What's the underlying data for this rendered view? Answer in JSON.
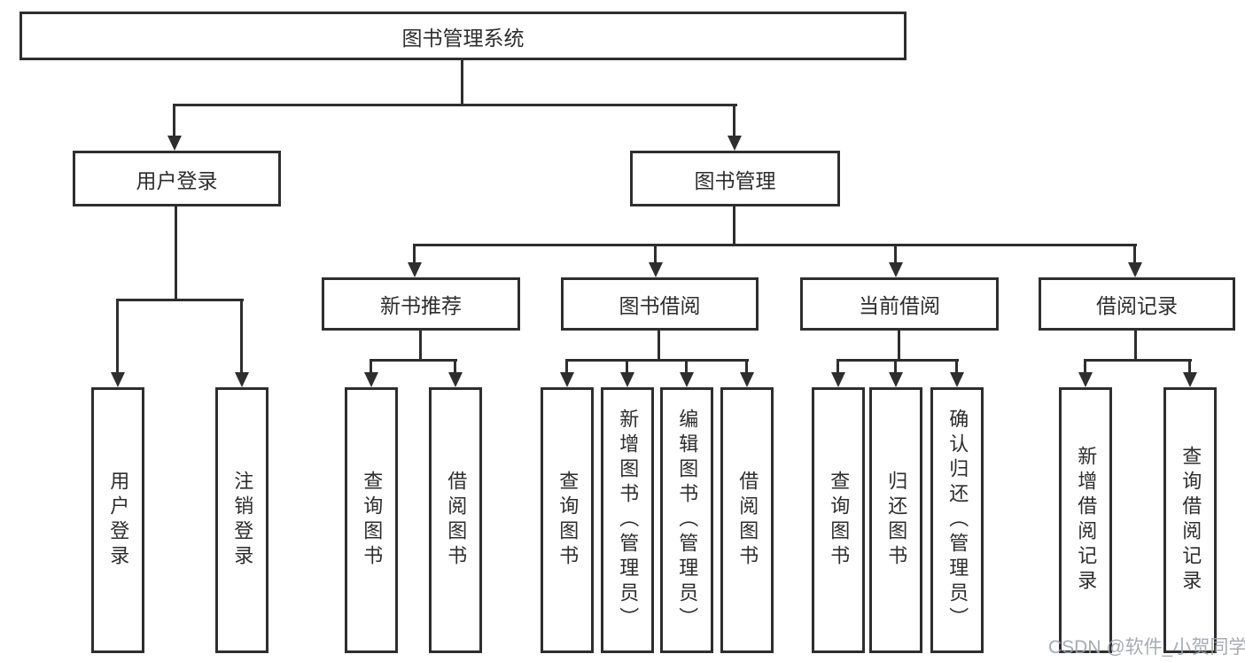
{
  "diagram": {
    "title": "图书管理系统",
    "ink_color": "#2e2e2e",
    "background_color": "#ffffff",
    "level1": [
      {
        "label": "用户登录"
      },
      {
        "label": "图书管理"
      }
    ],
    "level2": [
      {
        "label": "新书推荐",
        "parent": "图书管理"
      },
      {
        "label": "图书借阅",
        "parent": "图书管理"
      },
      {
        "label": "当前借阅",
        "parent": "图书管理"
      },
      {
        "label": "借阅记录",
        "parent": "图书管理"
      }
    ],
    "leaves": [
      {
        "label": "用户登录",
        "parent": "用户登录"
      },
      {
        "label": "注销登录",
        "parent": "用户登录"
      },
      {
        "label": "查询图书",
        "parent": "新书推荐"
      },
      {
        "label": "借阅图书",
        "parent": "新书推荐"
      },
      {
        "label": "查询图书",
        "parent": "图书借阅"
      },
      {
        "label": "新增图书（管理员）",
        "parent": "图书借阅"
      },
      {
        "label": "编辑图书（管理员）",
        "parent": "图书借阅"
      },
      {
        "label": "借阅图书",
        "parent": "图书借阅"
      },
      {
        "label": "查询图书",
        "parent": "当前借阅"
      },
      {
        "label": "归还图书",
        "parent": "当前借阅"
      },
      {
        "label": "确认归还（管理员）",
        "parent": "当前借阅"
      },
      {
        "label": "新增借阅记录",
        "parent": "借阅记录"
      },
      {
        "label": "查询借阅记录",
        "parent": "借阅记录"
      }
    ],
    "watermark": {
      "text": "CSDN @软件_小贺同学",
      "color": "#9ea2aa"
    }
  }
}
